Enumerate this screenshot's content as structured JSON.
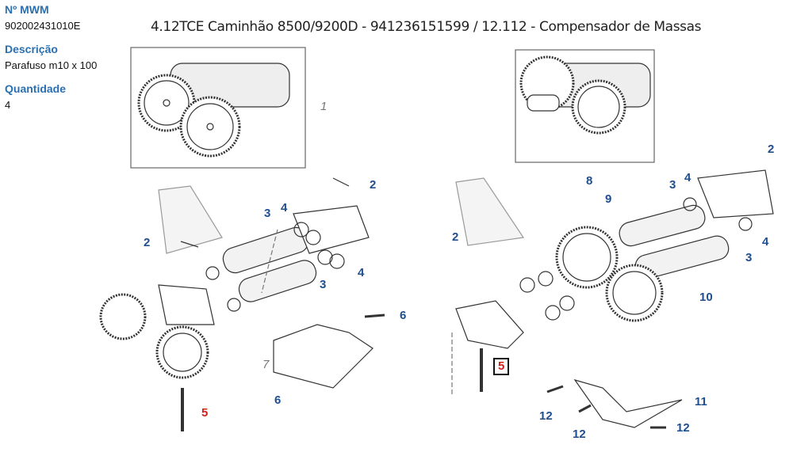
{
  "part": {
    "number_label": "Nº MWM",
    "number": "902002431010E",
    "description_label": "Descrição",
    "description": "Parafuso m10 x 100",
    "quantity_label": "Quantidade",
    "quantity": "4"
  },
  "title": "4.12TCE Caminhão 8500/9200D - 941236151599  /  12.112 - Compensador de Massas",
  "callouts": [
    "1",
    "2",
    "3",
    "4",
    "2",
    "3",
    "4",
    "6",
    "7",
    "6",
    "5",
    "8",
    "2",
    "9",
    "3",
    "4",
    "2",
    "4",
    "3",
    "10",
    "5",
    "11",
    "12",
    "12",
    "12"
  ],
  "colors": {
    "label": "#2a6fb0",
    "callout": "#1f4f8f",
    "highlight": "#d0201a"
  }
}
